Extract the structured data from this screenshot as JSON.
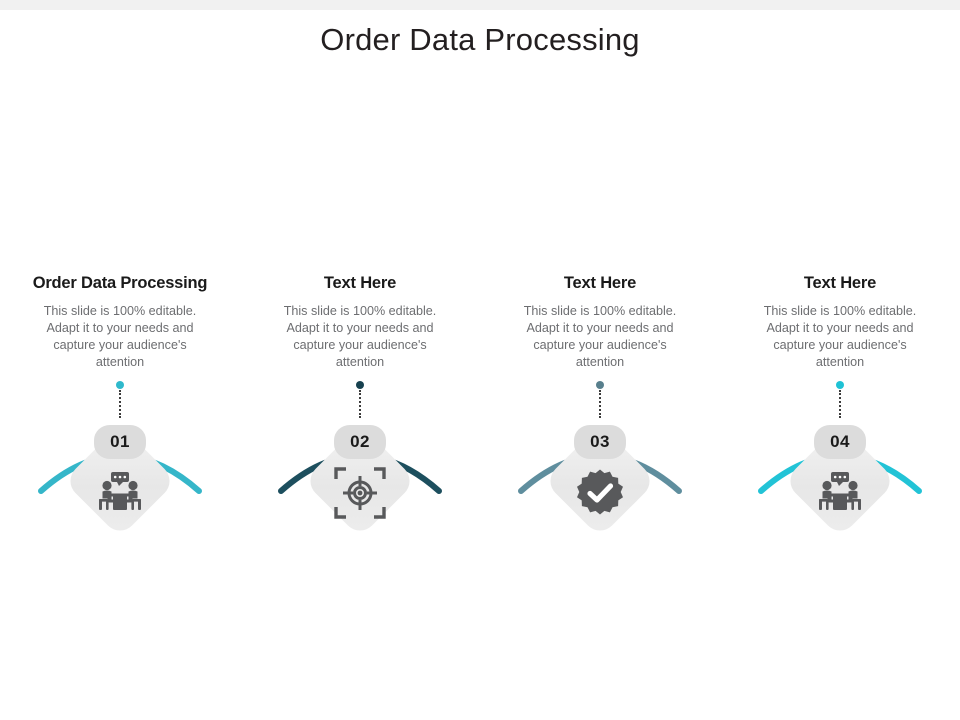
{
  "slide": {
    "title": "Order Data Processing",
    "body_text": "This slide is 100% editable. Adapt it to your needs and capture your audience's attention"
  },
  "palette": {
    "title_color": "#231f20",
    "heading_color": "#1a1a1a",
    "body_color": "#6d6e71",
    "diamond_fill": "#eaeaea",
    "badge_fill": "#dcdcdc",
    "icon_color": "#58595b",
    "top_strip": "#f1f1f1"
  },
  "columns": [
    {
      "heading": "Order Data Processing",
      "body": "This slide is 100% editable. Adapt it to your needs and capture your audience's attention",
      "number": "01",
      "arc_color": "#35b6c9",
      "dot_color": "#2fb9cc",
      "icon": "meeting-table-icon"
    },
    {
      "heading": "Text Here",
      "body": "This slide is 100% editable. Adapt it to your needs and capture your audience's attention",
      "number": "02",
      "arc_color": "#1d4f5e",
      "dot_color": "#17414f",
      "icon": "target-crosshair-icon"
    },
    {
      "heading": "Text Here",
      "body": "This slide is 100% editable. Adapt it to your needs and capture your audience's attention",
      "number": "03",
      "arc_color": "#5f8e9e",
      "dot_color": "#587f8d",
      "icon": "check-badge-icon"
    },
    {
      "heading": "Text Here",
      "body": "This slide is 100% editable. Adapt it to your needs and capture your audience's attention",
      "number": "04",
      "arc_color": "#22c3d6",
      "dot_color": "#1fc2d5",
      "icon": "meeting-table-icon"
    }
  ]
}
